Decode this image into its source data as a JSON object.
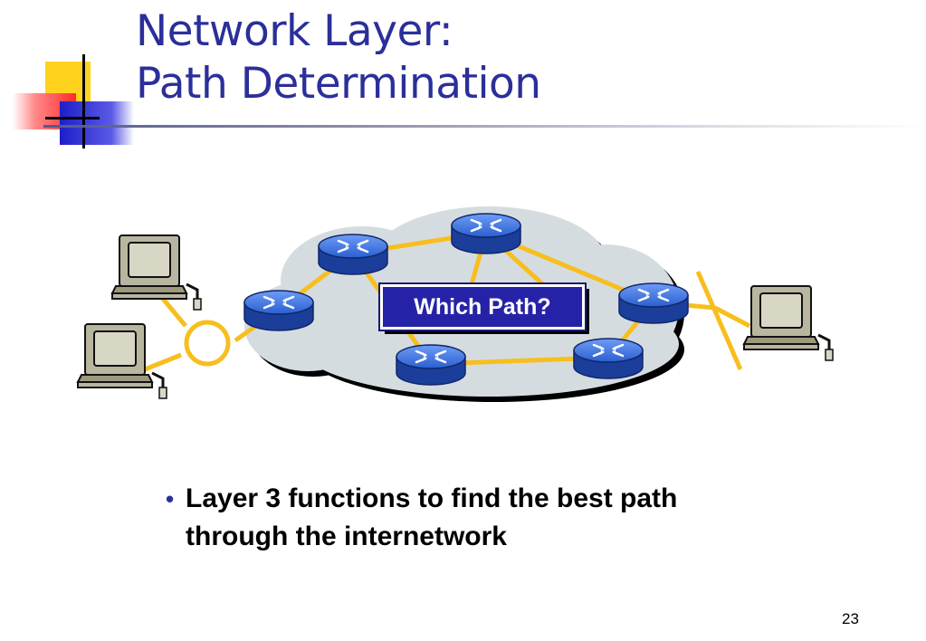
{
  "slide": {
    "title_line1": "Network Layer:",
    "title_line2": "Path Determination",
    "path_label": "Which Path?",
    "bullet": "Layer 3 functions to find the best path through the internetwork",
    "page_number": "23"
  },
  "colors": {
    "title": "#2b2f99",
    "cloud": "#d5dce0",
    "link": "#f7be1e",
    "router": "#2a5fd0",
    "label_bg": "#2622a8"
  }
}
